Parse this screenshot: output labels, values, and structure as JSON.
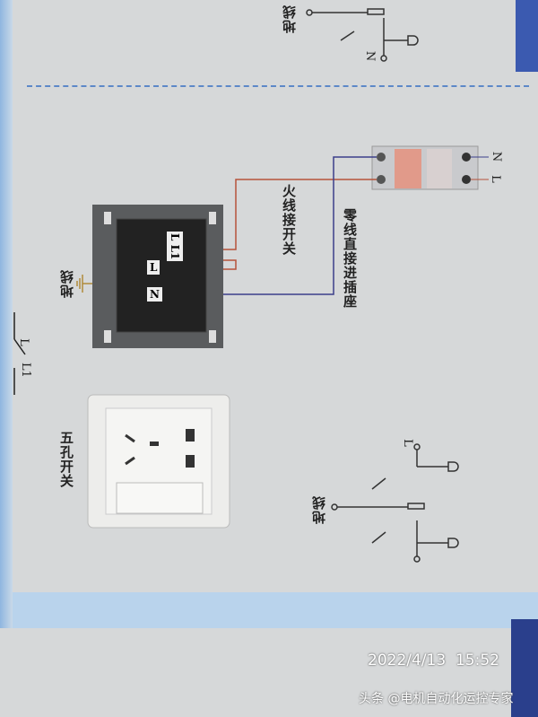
{
  "top_diagram": {
    "ground_label": "地线",
    "n_label": "N"
  },
  "breaker": {
    "n_label": "N",
    "l_label": "L"
  },
  "wiring": {
    "live_note": "火线接开关",
    "neutral_note": "零线直接进插座",
    "ground_label": "地线",
    "terminals": [
      "L L1",
      "L",
      "N"
    ]
  },
  "switch_symbol": {
    "l_label": "L",
    "l1_label": "L1"
  },
  "socket": {
    "caption": "五孔开关"
  },
  "bottom_diagram": {
    "l_label": "L",
    "ground_label": "地线"
  },
  "watermark": {
    "date": "2022/4/13  15:52",
    "source": "头条 @电机自动化运控专家"
  },
  "colors": {
    "live": "#b5523b",
    "neutral": "#3c3f8a",
    "ground": "#b08a3a",
    "accent": "#2d4fa5"
  }
}
